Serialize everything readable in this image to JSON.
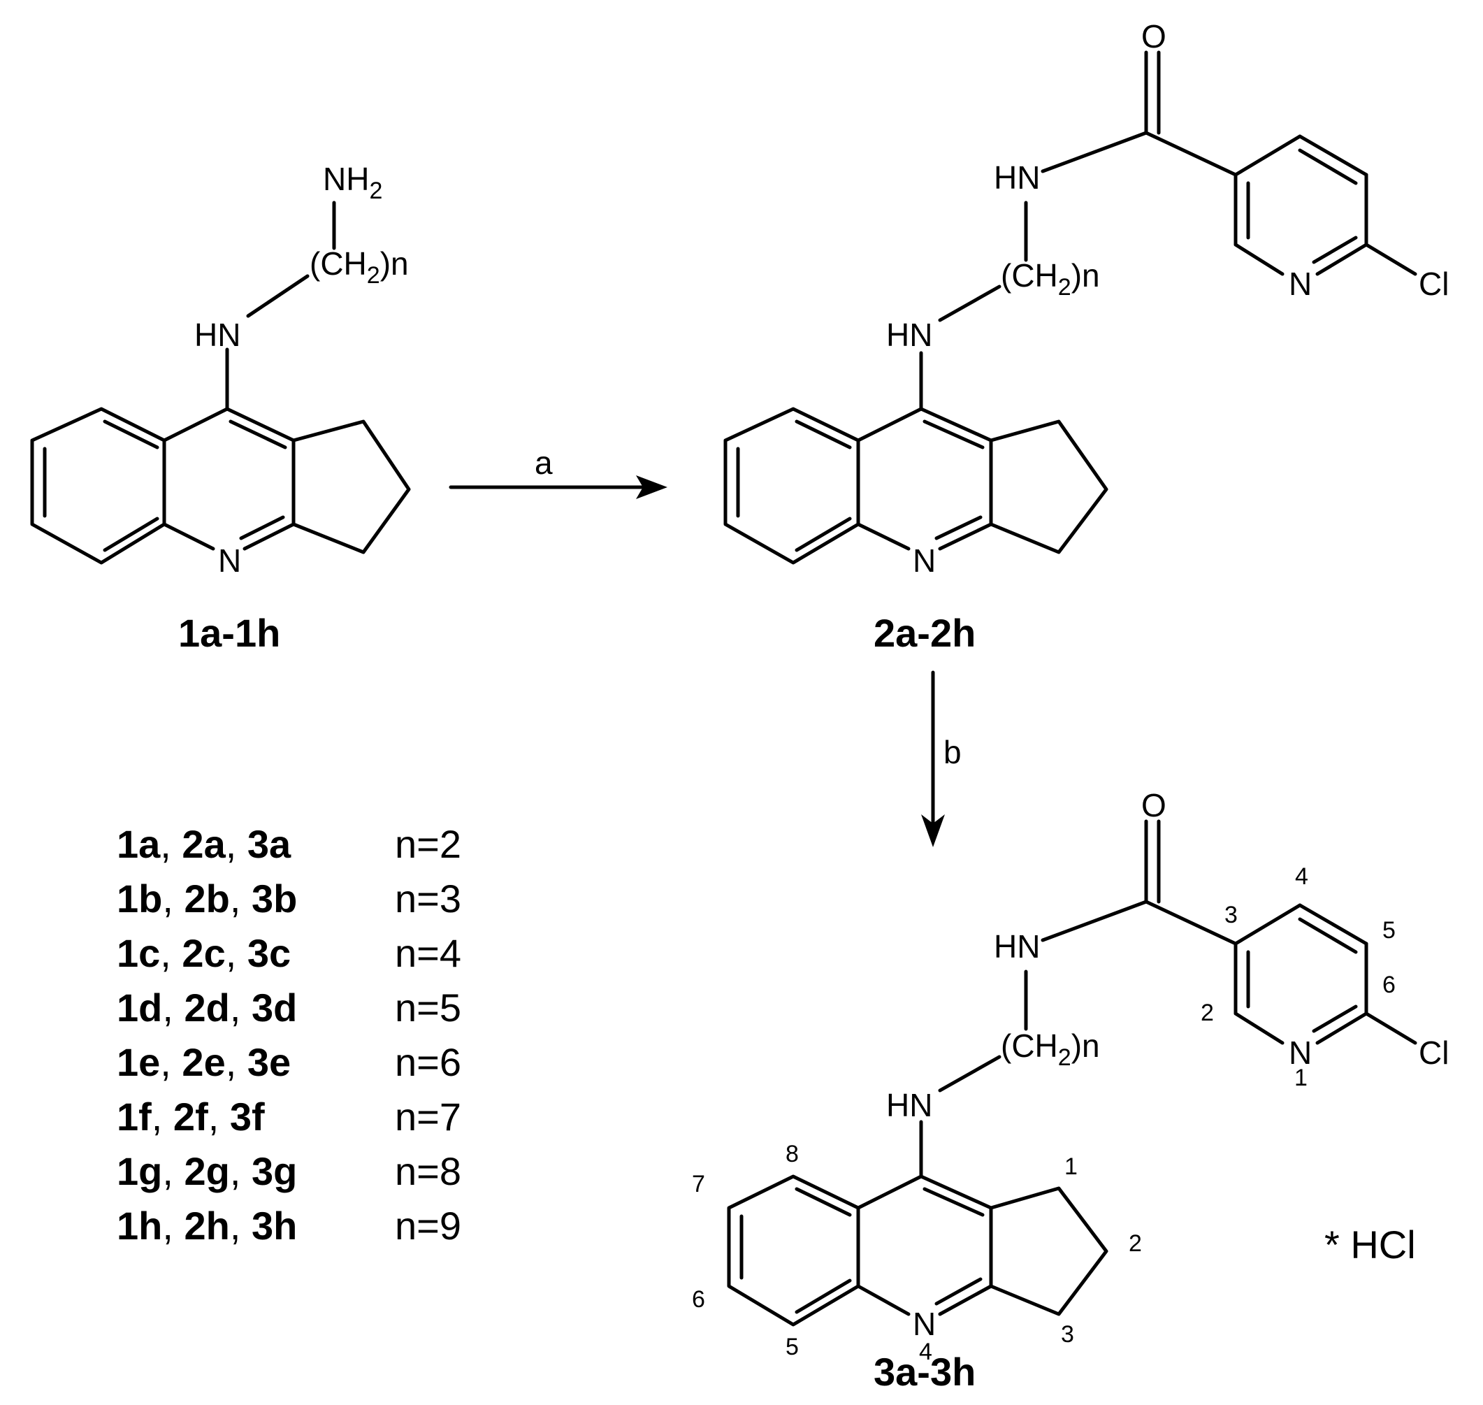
{
  "scheme": {
    "compounds": {
      "c1": {
        "label": "1a-1h"
      },
      "c2": {
        "label": "2a-2h"
      },
      "c3": {
        "label": "3a-3h"
      }
    },
    "atoms": {
      "nh2_main": "NH",
      "nh2_sub": "2",
      "hn": "HN",
      "n": "N",
      "o": "O",
      "cl": "Cl",
      "ch2_open": "(CH",
      "ch2_sub": "2",
      "ch2_close": ")n"
    },
    "steps": {
      "a": "a",
      "b": "b"
    },
    "salt": "* HCl",
    "numbering": {
      "tacrine": [
        "8",
        "7",
        "6",
        "5",
        "4",
        "1",
        "2",
        "3"
      ],
      "pyridine": [
        "3",
        "4",
        "5",
        "6",
        "2",
        "1"
      ]
    },
    "series": [
      {
        "c1": "1a",
        "c2": "2a",
        "c3": "3a",
        "n": "n=2"
      },
      {
        "c1": "1b",
        "c2": "2b",
        "c3": "3b",
        "n": "n=3"
      },
      {
        "c1": "1c",
        "c2": "2c",
        "c3": "3c",
        "n": "n=4"
      },
      {
        "c1": "1d",
        "c2": "2d",
        "c3": "3d",
        "n": "n=5"
      },
      {
        "c1": "1e",
        "c2": "2e",
        "c3": "3e",
        "n": "n=6"
      },
      {
        "c1": "1f",
        "c2": "2f",
        "c3": "3f",
        "n": "n=7"
      },
      {
        "c1": "1g",
        "c2": "2g",
        "c3": "3g",
        "n": "n=8"
      },
      {
        "c1": "1h",
        "c2": "2h",
        "c3": "3h",
        "n": "n=9"
      }
    ]
  }
}
